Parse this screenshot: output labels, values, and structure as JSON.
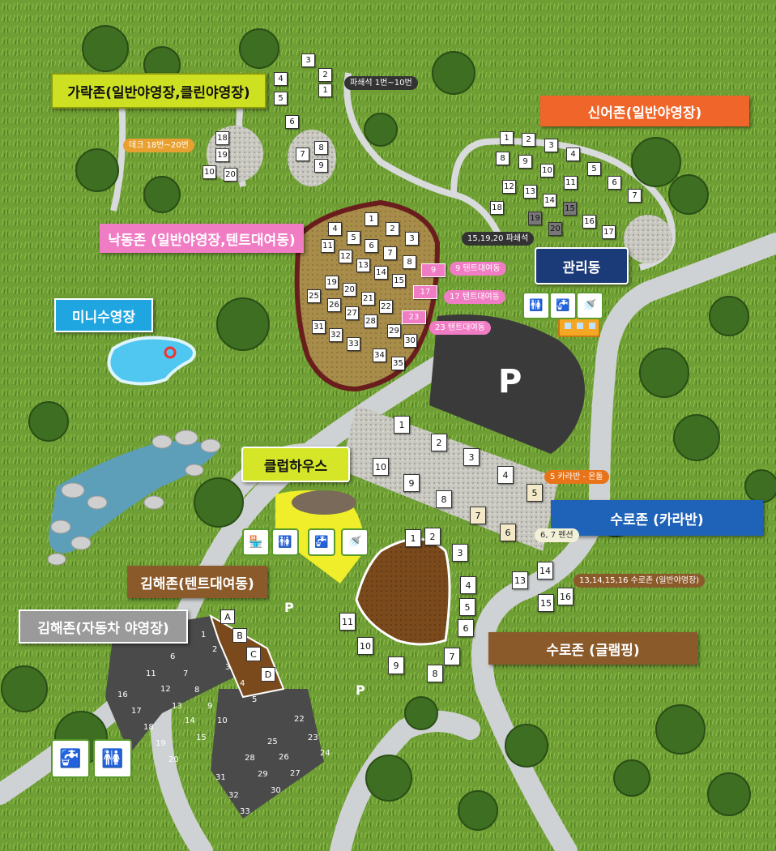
{
  "zones": {
    "garak": "가락존(일반야영장,클린야영장)",
    "sineo": "신어존(일반야영장)",
    "nakdong": "낙동존 (일반야영장,텐트대여동)",
    "mini": "미니수영장",
    "clubhouse": "클럽하우스",
    "gwanri": "관리동",
    "suro_caravan": "수로존 (카라반)",
    "suro_glamping": "수로존 (글램핑)",
    "gimhae_tent": "김해존(텐트대여동)",
    "gimhae_car": "김해존(자동차 야영장)"
  },
  "notes": {
    "pashwae_1_10": "파쇄석 1번~10번",
    "deck_18_20": "데크 18번~20번",
    "pashwae_15_19_20": "15,19,20 파쇄석",
    "tent9": "9 텐트대여동",
    "tent17": "17 텐트대여동",
    "tent23": "23 텐트대여동",
    "caravan5": "5 카라반 - 온돌",
    "pension67": "6, 7 펜션",
    "suro_13_16": "13,14,15,16 수로존 (일반야영장)"
  },
  "parking_symbol": "P",
  "icons": [
    "toilet-icon",
    "sink-icon",
    "shower-icon",
    "vending-icon"
  ],
  "colors": {
    "garak": "#cde021",
    "sineo": "#f0662a",
    "nakdong": "#f07cc4",
    "mini": "#1fa6e0",
    "clubhouse": "#d4e627",
    "gwanri": "#1b3a78",
    "suro_caravan": "#1f63b8",
    "suro_glamping": "#8b5a2b",
    "gimhae_tent": "#8b5a2b",
    "gimhae_car": "#9a9a9a"
  },
  "sites": {
    "garak": [
      "1",
      "2",
      "3",
      "4",
      "5",
      "6",
      "7",
      "8",
      "9",
      "10",
      "18",
      "19",
      "20"
    ],
    "sineo": [
      "1",
      "2",
      "3",
      "4",
      "5",
      "6",
      "7",
      "8",
      "9",
      "10",
      "11",
      "12",
      "13",
      "14",
      "15",
      "16",
      "17",
      "18",
      "19",
      "20"
    ],
    "nakdong": [
      "1",
      "2",
      "3",
      "4",
      "5",
      "6",
      "7",
      "8",
      "9",
      "11",
      "12",
      "13",
      "14",
      "15",
      "17",
      "19",
      "20",
      "21",
      "22",
      "23",
      "25",
      "26",
      "27",
      "28",
      "29",
      "30",
      "31",
      "32",
      "33",
      "34",
      "35"
    ],
    "caravan": [
      "1",
      "2",
      "3",
      "4",
      "5",
      "6",
      "7",
      "8",
      "9",
      "10"
    ],
    "glamping": [
      "1",
      "2",
      "3",
      "4",
      "5",
      "6",
      "7",
      "8",
      "9",
      "10",
      "11"
    ],
    "suro": [
      "13",
      "14",
      "15",
      "16"
    ],
    "gimhae_tent": [
      "A",
      "B",
      "C",
      "D"
    ],
    "gimhae_car": [
      "1",
      "2",
      "3",
      "4",
      "5",
      "6",
      "7",
      "8",
      "9",
      "10",
      "11",
      "12",
      "13",
      "14",
      "15",
      "16",
      "17",
      "18",
      "19",
      "20",
      "22",
      "23",
      "24",
      "25",
      "26",
      "27",
      "28",
      "29",
      "30",
      "31",
      "32",
      "33"
    ]
  }
}
